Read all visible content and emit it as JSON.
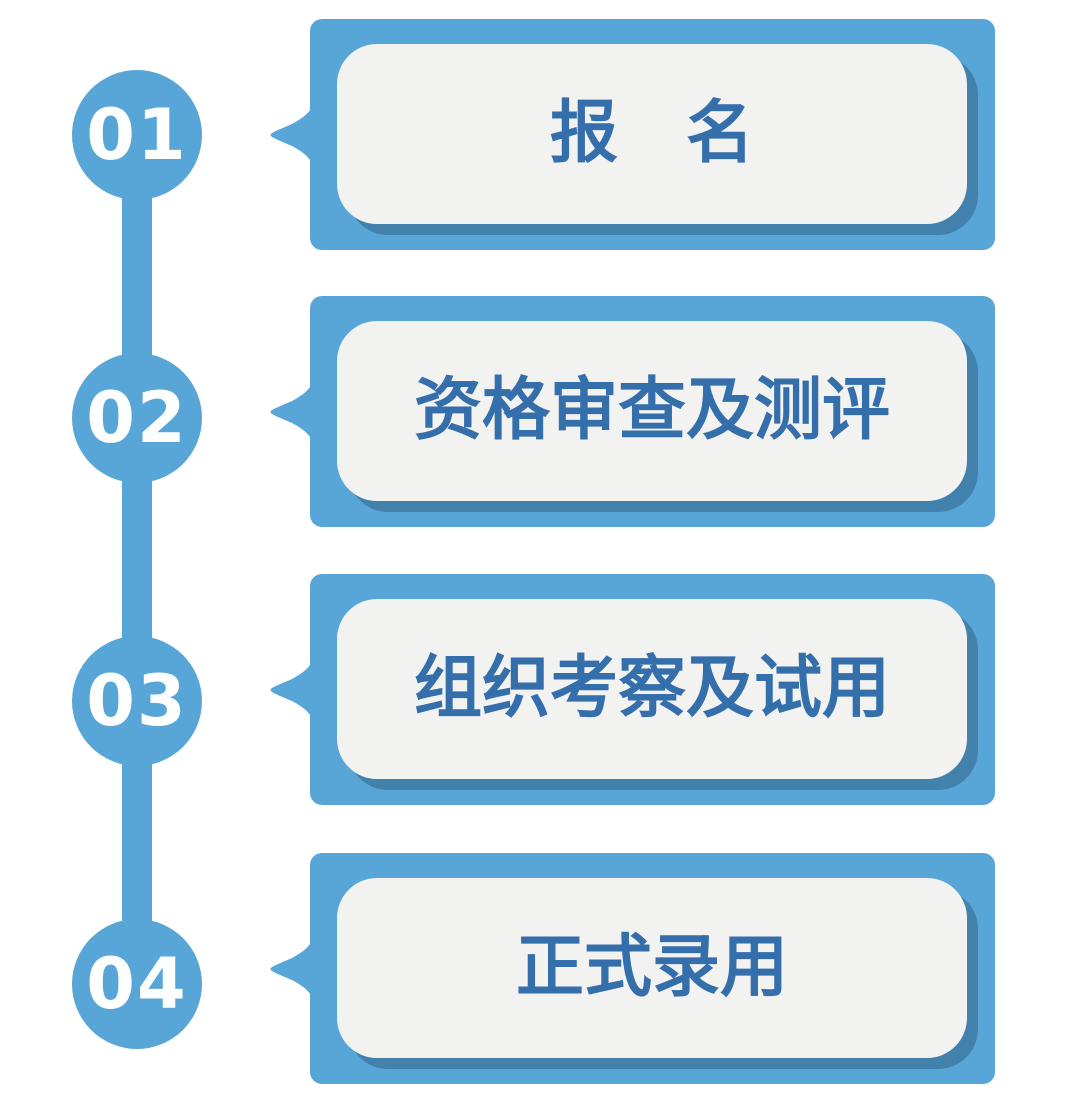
{
  "diagram": {
    "type": "vertical-process-timeline",
    "background_color": "#ffffff",
    "colors": {
      "primary_blue": "#58a6d8",
      "label_text_blue": "#356fab",
      "card_inner_bg": "#f2f2f0",
      "card_shadow_blue": "#4381ad",
      "number_text": "#fdfefe"
    },
    "steps": [
      {
        "number": "01",
        "label": "报　名"
      },
      {
        "number": "02",
        "label": "资格审查及测评"
      },
      {
        "number": "03",
        "label": "组织考察及试用"
      },
      {
        "number": "04",
        "label": "正式录用"
      }
    ]
  }
}
